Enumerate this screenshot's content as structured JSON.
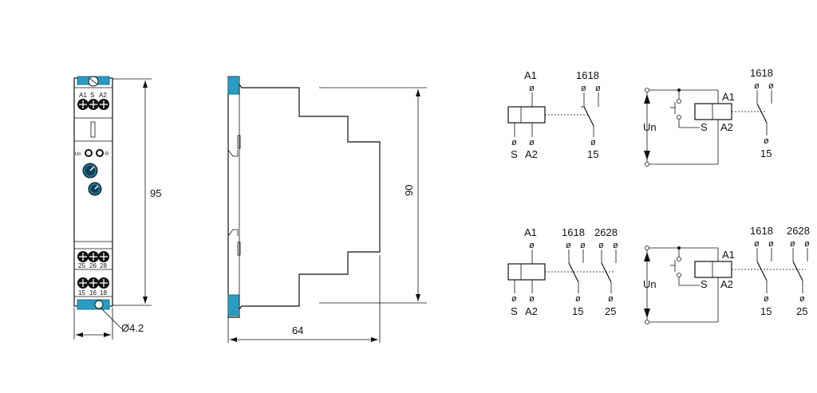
{
  "colors": {
    "accent": "#2a9cc4",
    "line": "#111111",
    "knob": "#1e6f8f"
  },
  "front_view": {
    "top_terminals": [
      "A1",
      "S",
      "A2"
    ],
    "mid_terminals": [
      "25",
      "26",
      "28"
    ],
    "bottom_terminals": [
      "15",
      "16",
      "18"
    ],
    "led_left": "Un",
    "led_right": "R",
    "height_dim": "95",
    "hole_dim": "Ø4.2"
  },
  "side_view": {
    "height_dim": "90",
    "depth_dim": "64"
  },
  "wiring": {
    "d1": {
      "a1": "A1",
      "s": "S",
      "a2": "A2",
      "contacts": "1618",
      "common": "15",
      "oslash": "ø"
    },
    "d2": {
      "a1": "A1",
      "s": "S",
      "a2": "A2",
      "contacts": "1618",
      "common": "15",
      "un": "Un",
      "oslash": "ø"
    },
    "d3": {
      "a1": "A1",
      "s": "S",
      "a2": "A2",
      "contacts1": "1618",
      "contacts2": "2628",
      "common1": "15",
      "common2": "25",
      "oslash": "ø"
    },
    "d4": {
      "a1": "A1",
      "s": "S",
      "a2": "A2",
      "contacts1": "1618",
      "contacts2": "2628",
      "common1": "15",
      "common2": "25",
      "un": "Un",
      "oslash": "ø"
    }
  }
}
